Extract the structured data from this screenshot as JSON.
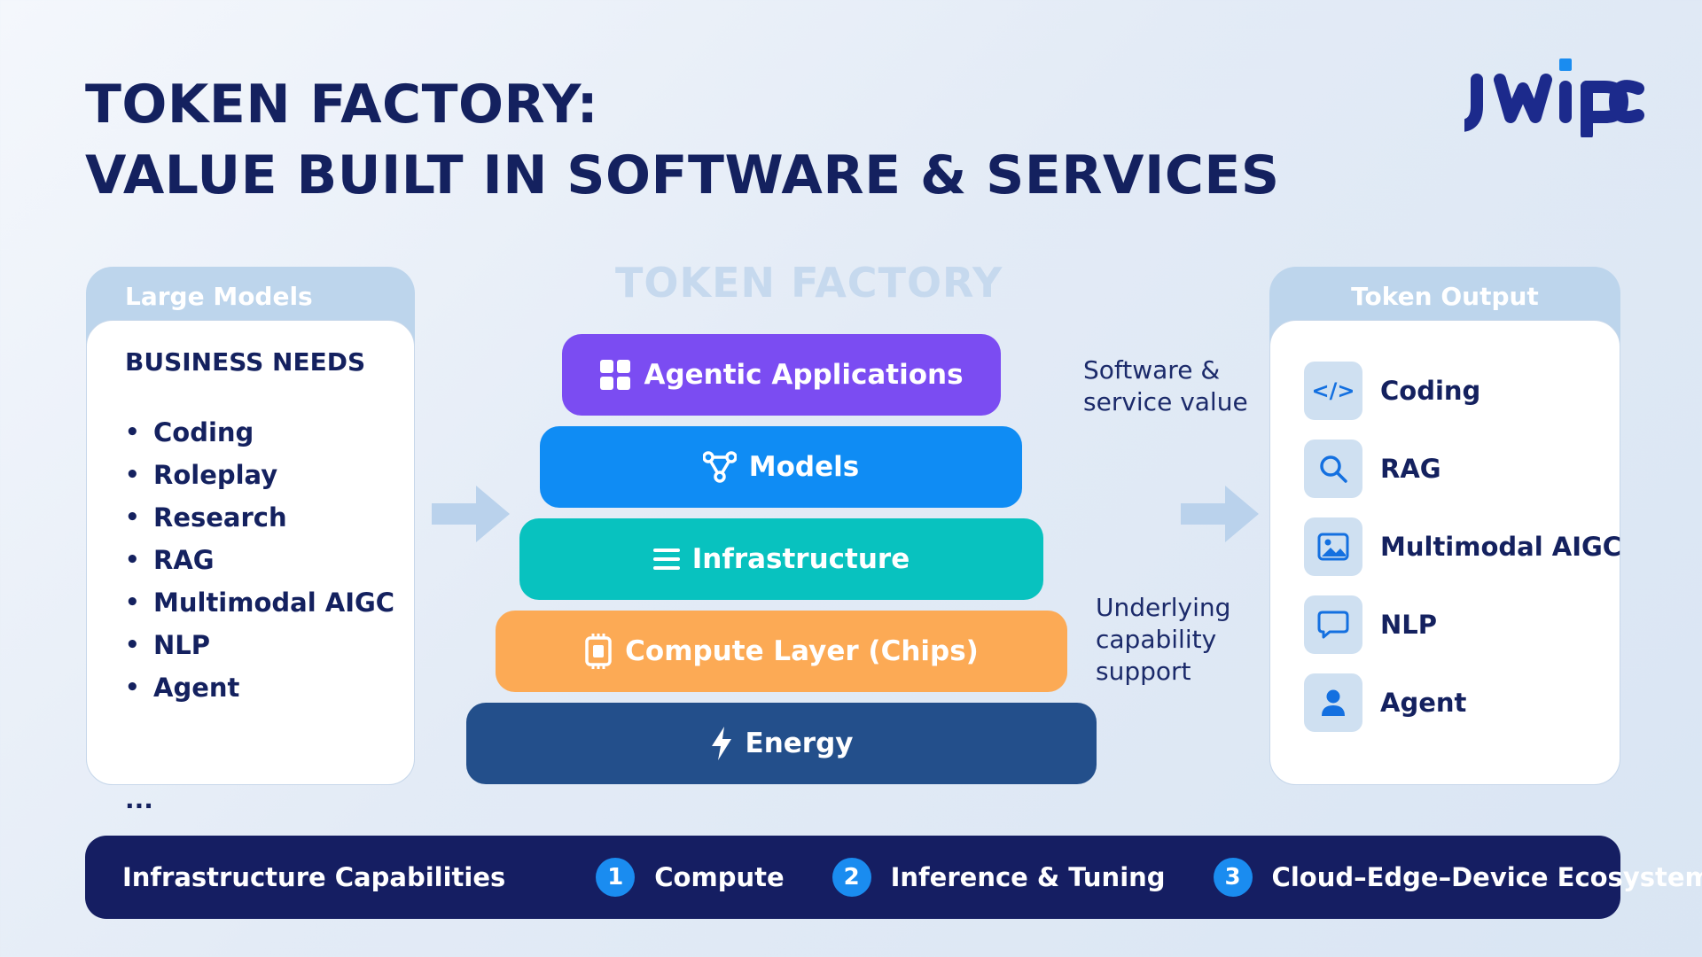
{
  "title": {
    "line1": "TOKEN FACTORY:",
    "line2": "VALUE BUILT IN SOFTWARE & SERVICES"
  },
  "logo": {
    "text": "jwipc",
    "color": "#1c2a8c",
    "accent": "#1a8cf0"
  },
  "left_panel": {
    "title": "Large Models",
    "heading": "BUSINESS NEEDS",
    "items": [
      "Coding",
      "Roleplay",
      "Research",
      "RAG",
      "Multimodal AIGC",
      "NLP",
      "Agent"
    ],
    "bullet": "•",
    "more": "..."
  },
  "factory": {
    "title": "TOKEN FACTORY",
    "layers": [
      {
        "label": "Agentic Applications",
        "icon": "apps-grid-icon",
        "color": "#7b4cf2"
      },
      {
        "label": "Models",
        "icon": "network-nodes-icon",
        "color": "#0f8cf4"
      },
      {
        "label": "Infrastructure",
        "icon": "stack-lines-icon",
        "color": "#08c2bf"
      },
      {
        "label": "Compute Layer (Chips)",
        "icon": "chip-icon",
        "color": "#fcaa55"
      },
      {
        "label": "Energy",
        "icon": "lightning-icon",
        "color": "#234f8b"
      }
    ]
  },
  "notes": {
    "top": "Software & service value",
    "bottom": "Underlying capability support"
  },
  "right_panel": {
    "title": "Token Output",
    "items": [
      {
        "label": "Coding",
        "icon": "code-icon",
        "glyph": "</>"
      },
      {
        "label": "RAG",
        "icon": "search-icon"
      },
      {
        "label": "Multimodal AIGC",
        "icon": "image-icon"
      },
      {
        "label": "NLP",
        "icon": "chat-bubble-icon"
      },
      {
        "label": "Agent",
        "icon": "person-icon"
      }
    ]
  },
  "bottom_bar": {
    "title": "Infrastructure Capabilities",
    "capabilities": [
      {
        "num": "1",
        "label": "Compute"
      },
      {
        "num": "2",
        "label": "Inference & Tuning"
      },
      {
        "num": "3",
        "label": "Cloud–Edge–Device Ecosystem"
      }
    ]
  }
}
